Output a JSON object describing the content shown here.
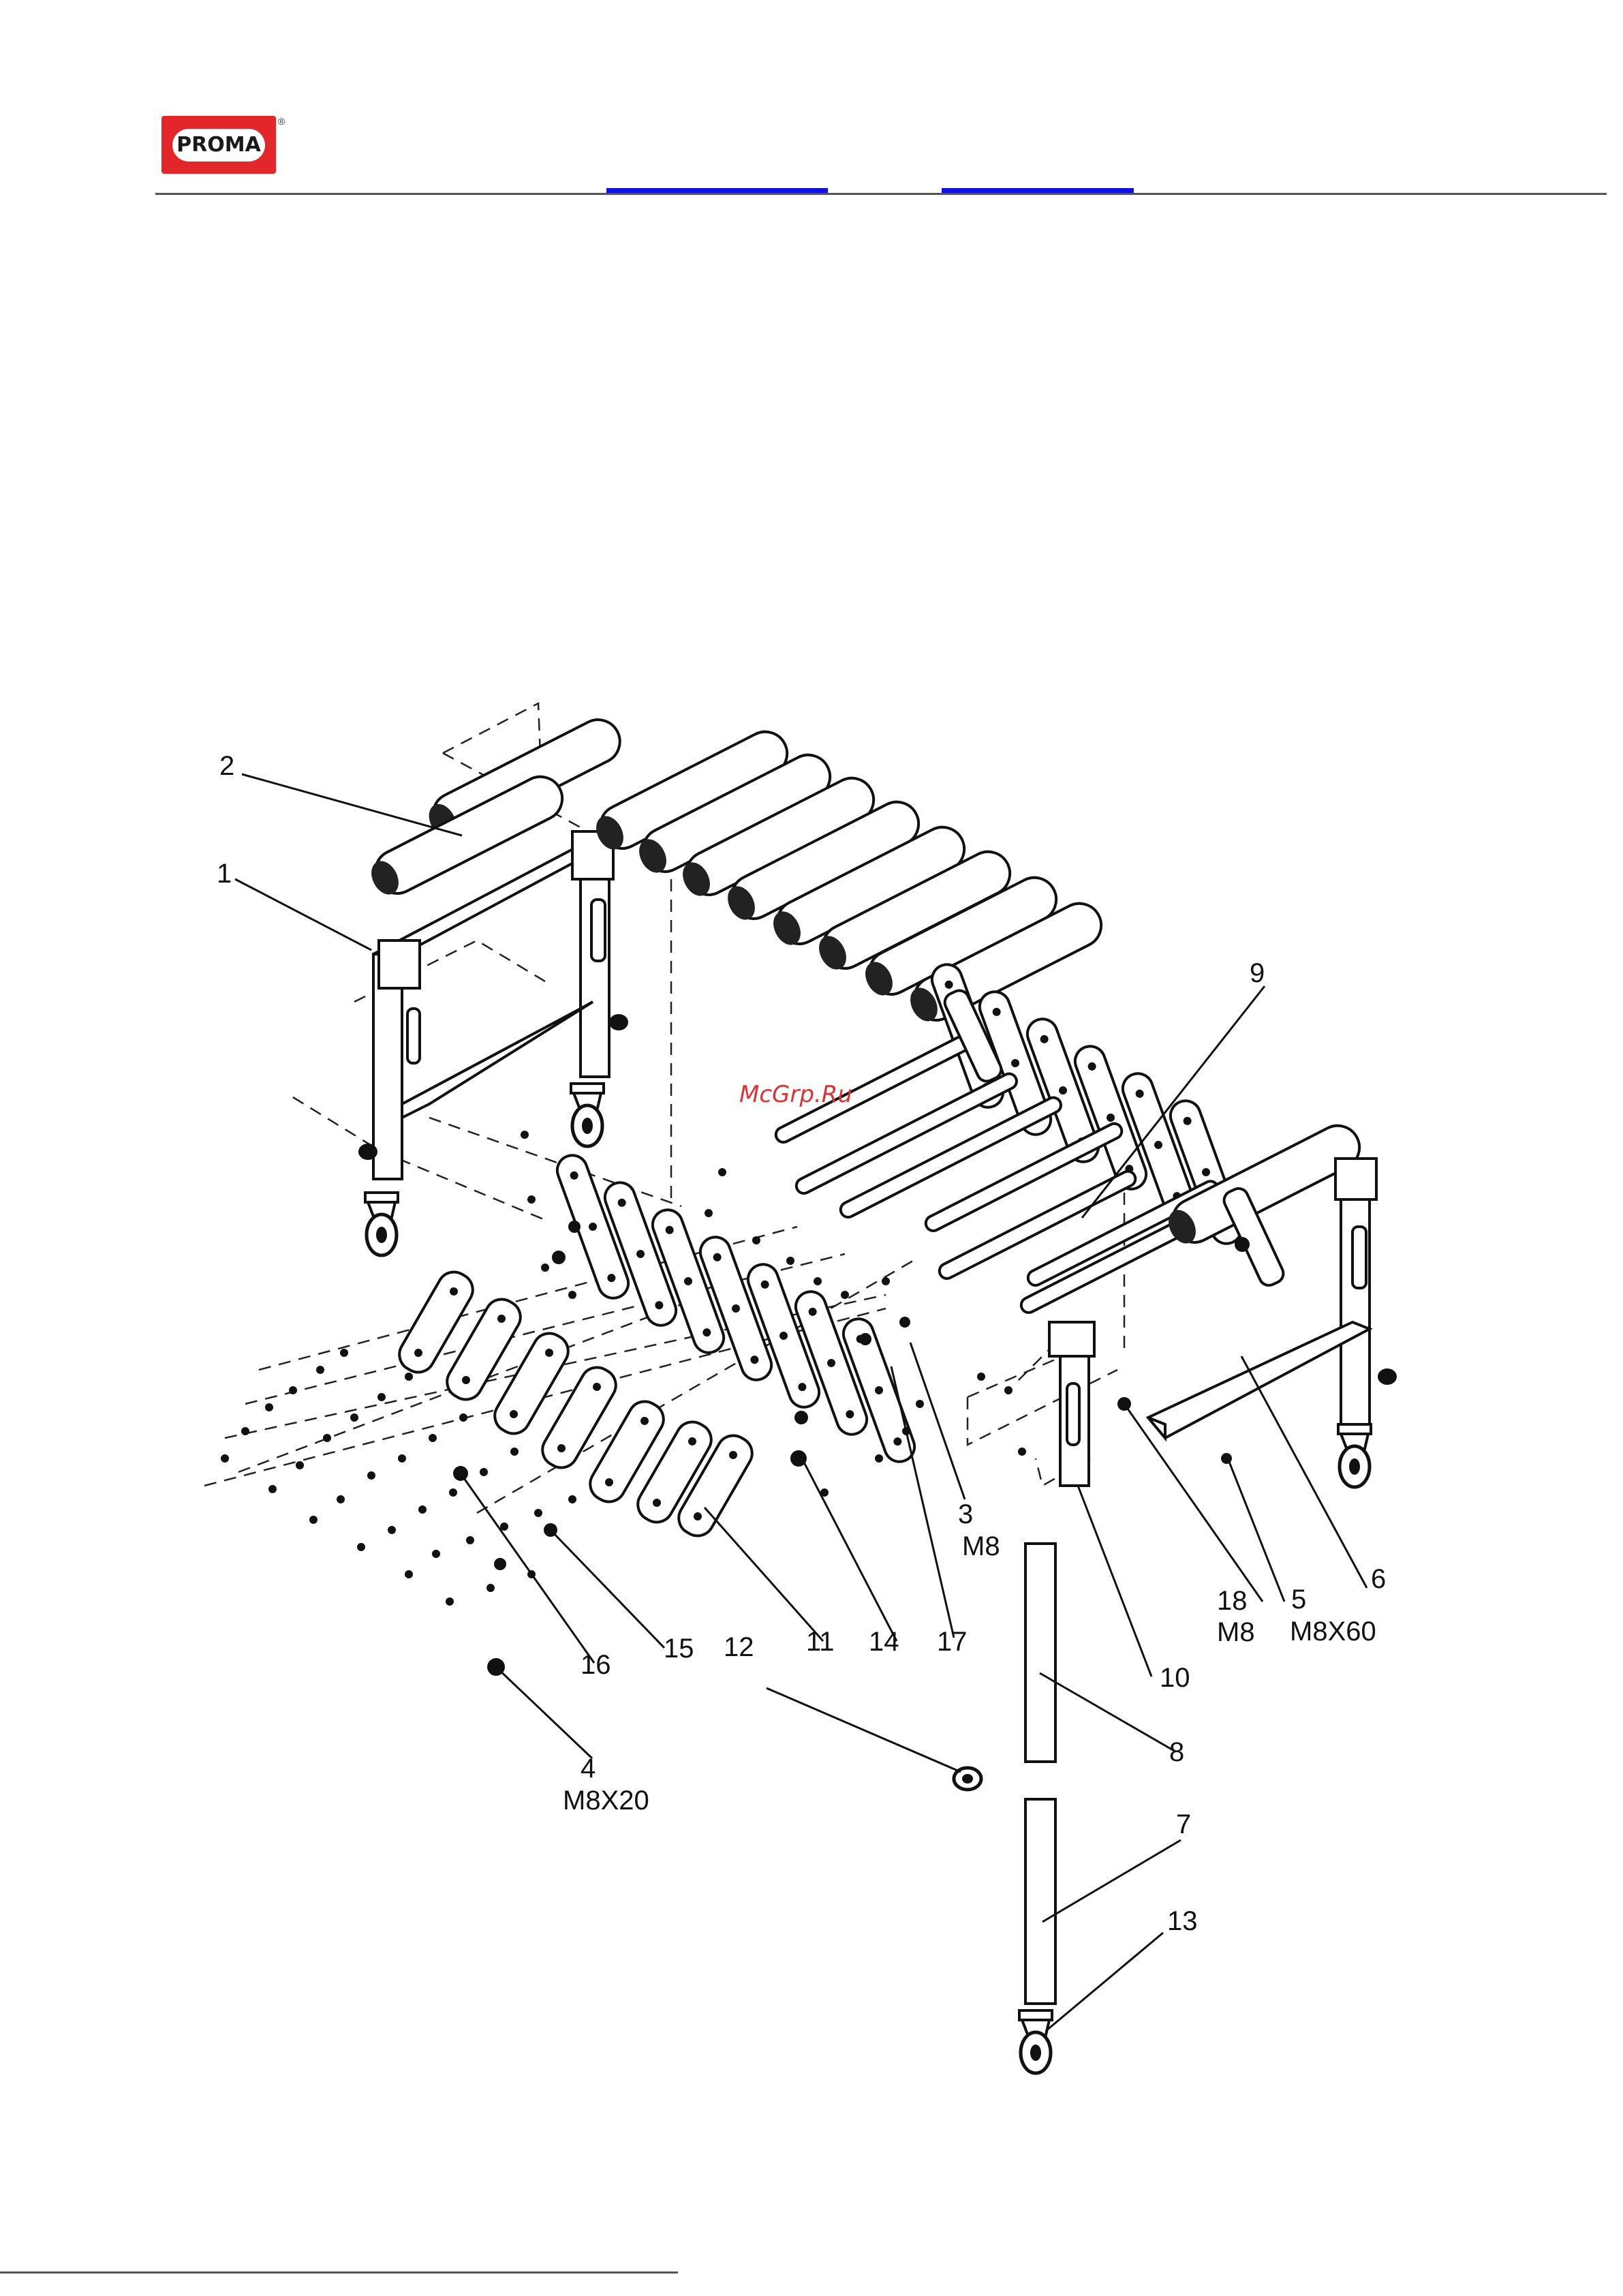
{
  "header": {
    "logo_text": "PROMA",
    "registered_mark": "®"
  },
  "watermark": "McGrp.Ru",
  "callouts": [
    {
      "id": "c1",
      "label": "1"
    },
    {
      "id": "c2",
      "label": "2"
    },
    {
      "id": "c3",
      "label": "3",
      "spec": "M8"
    },
    {
      "id": "c4",
      "label": "4",
      "spec": "M8X20"
    },
    {
      "id": "c5",
      "label": "5",
      "spec": "M8X60"
    },
    {
      "id": "c6",
      "label": "6"
    },
    {
      "id": "c7",
      "label": "7"
    },
    {
      "id": "c8",
      "label": "8"
    },
    {
      "id": "c9",
      "label": "9"
    },
    {
      "id": "c10",
      "label": "10"
    },
    {
      "id": "c11",
      "label": "11"
    },
    {
      "id": "c12",
      "label": "12"
    },
    {
      "id": "c13",
      "label": "13"
    },
    {
      "id": "c14",
      "label": "14"
    },
    {
      "id": "c15",
      "label": "15"
    },
    {
      "id": "c16",
      "label": "16"
    },
    {
      "id": "c17",
      "label": "17"
    },
    {
      "id": "c18",
      "label": "18",
      "spec": "M8"
    }
  ],
  "colors": {
    "brand_red": "#e3262a",
    "link_blue": "#1010e0",
    "ink": "#111111"
  }
}
